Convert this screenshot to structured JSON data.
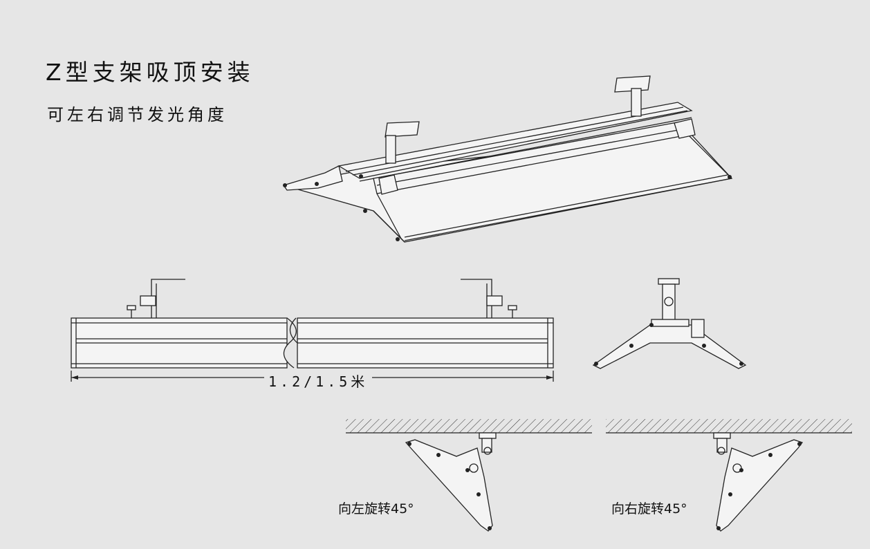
{
  "title": "Z型支架吸顶安装",
  "subtitle": "可左右调节发光角度",
  "dimension_label": "1.2/1.5米",
  "rotate_left_label": "向左旋转45°",
  "rotate_right_label": "向右旋转45°",
  "colors": {
    "background": "#e6e6e6",
    "line": "#222222"
  }
}
